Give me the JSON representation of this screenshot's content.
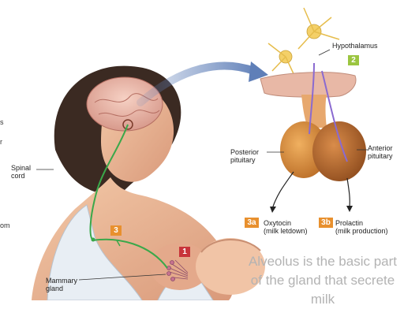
{
  "labels": {
    "hypothalamus": "Hypothalamus",
    "posterior_pituitary": "Posterior\npituitary",
    "anterior_pituitary": "Anterior\npituitary",
    "spinal_cord": "Spinal\ncord",
    "mammary_gland": "Mammary\ngland",
    "oxytocin": "Oxytocin\n(milk letdown)",
    "prolactin": "Prolactin\n(milk production)"
  },
  "badges": {
    "b1": "1",
    "b2": "2",
    "b3": "3",
    "b3a": "3a",
    "b3b": "3b"
  },
  "overlay_text": "Alveolus is the basic part of the gland that secrete milk",
  "edge_fragments": {
    "left_top": "s",
    "left_mid": "r",
    "left_low": "om"
  },
  "colors": {
    "badge_red": "#c8343a",
    "badge_orange": "#e8902e",
    "badge_green": "#9bc540",
    "nerve_green": "#3aa84a",
    "arrow_blue": "#5f7fb8",
    "overlay_text": "#b3b3b3"
  }
}
